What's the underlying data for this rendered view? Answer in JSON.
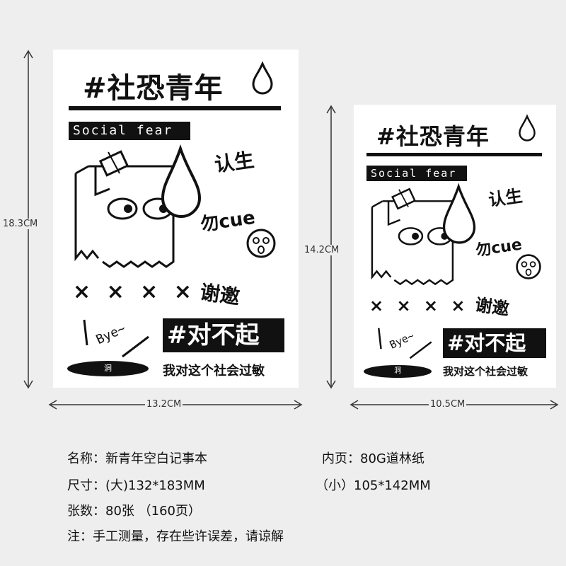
{
  "notebook": {
    "title": "#社恐青年",
    "subtitle": "Social fear",
    "side_words": [
      "认生",
      "勿cue",
      "谢邀"
    ],
    "x_marks": "× × × ×",
    "bye": "Bye~",
    "hole": "洞",
    "big_tag": "#对不起",
    "slogan": "我对这个社会过敏"
  },
  "dimensions": {
    "large_height": "18.3CM",
    "large_width": "13.2CM",
    "small_height": "14.2CM",
    "small_width": "10.5CM"
  },
  "specs": {
    "name": "名称：新青年空白记事本",
    "inner": "内页：80G道林纸",
    "size_large": "尺寸：(大)132*183MM",
    "size_small": "（小）105*142MM",
    "count": "张数：80张  （160页）",
    "note": "注：手工测量，存在些许误差，请谅解"
  }
}
